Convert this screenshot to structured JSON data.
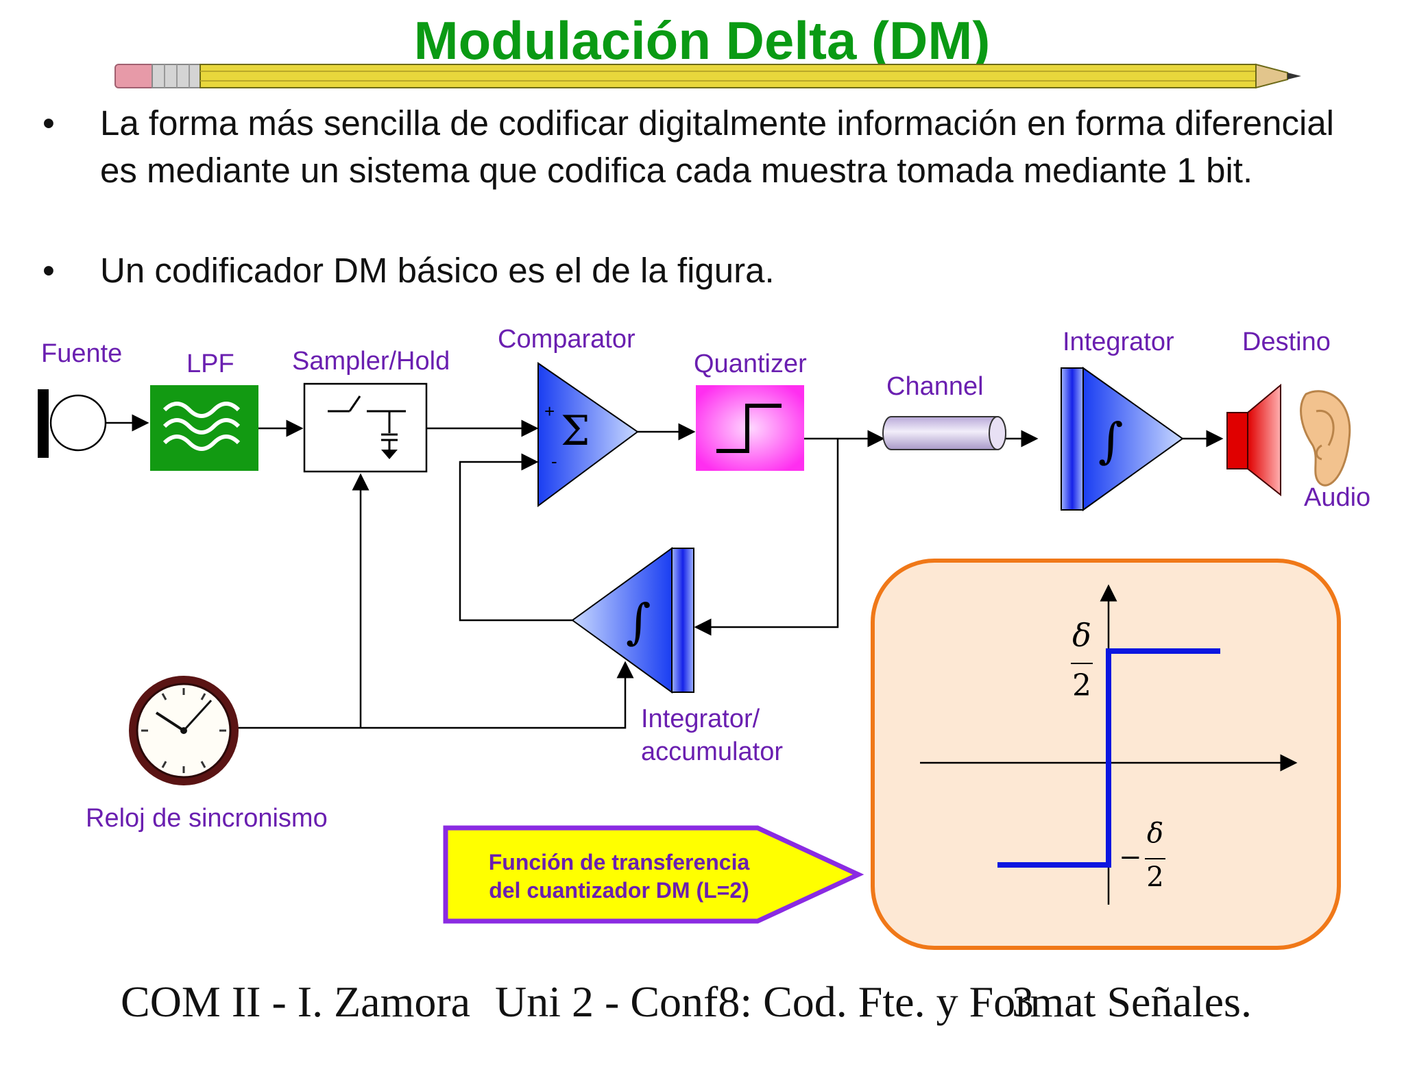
{
  "slide": {
    "title": "Modulación Delta (DM)",
    "bullets": [
      "La forma más sencilla de codificar digitalmente información en forma diferencial es mediante un sistema que codifica cada muestra tomada mediante 1 bit.",
      "Un codificador DM básico es el de la figura."
    ],
    "bullet_symbol": "•"
  },
  "diagram": {
    "labels": {
      "source": "Fuente",
      "lpf": "LPF",
      "sampler": "Sampler/Hold",
      "comparator": "Comparator",
      "quantizer": "Quantizer",
      "channel": "Channel",
      "integrator": "Integrator",
      "destination": "Destino",
      "audio": "Audio",
      "accumulator_line1": "Integrator/",
      "accumulator_line2": "accumulator",
      "clock": "Reloj de sincronismo"
    },
    "comparator_symbols": {
      "plus": "+",
      "minus": "-",
      "sigma": "Σ"
    },
    "integral_symbol": "∫",
    "callout_line1": "Función de transferencia",
    "callout_line2": "del cuantizador DM (L=2)",
    "transfer_function": {
      "upper_num": "δ",
      "upper_den": "2",
      "lower_sign": "−",
      "lower_num": "δ",
      "lower_den": "2"
    },
    "colors": {
      "lpf_green": "#129a12",
      "quantizer_magenta": "#ff33ff",
      "block_blue": "#2f49f0",
      "step_blue": "#0b16e0",
      "callout_fill": "#ffff00",
      "callout_border": "#8a2be2",
      "panel_fill": "#fde8d4",
      "panel_border": "#f07818"
    }
  },
  "footer": {
    "left": "COM II - I. Zamora",
    "middle": "Uni 2 - Conf8: Cod. Fte. y Format Señales.",
    "page": "3"
  }
}
